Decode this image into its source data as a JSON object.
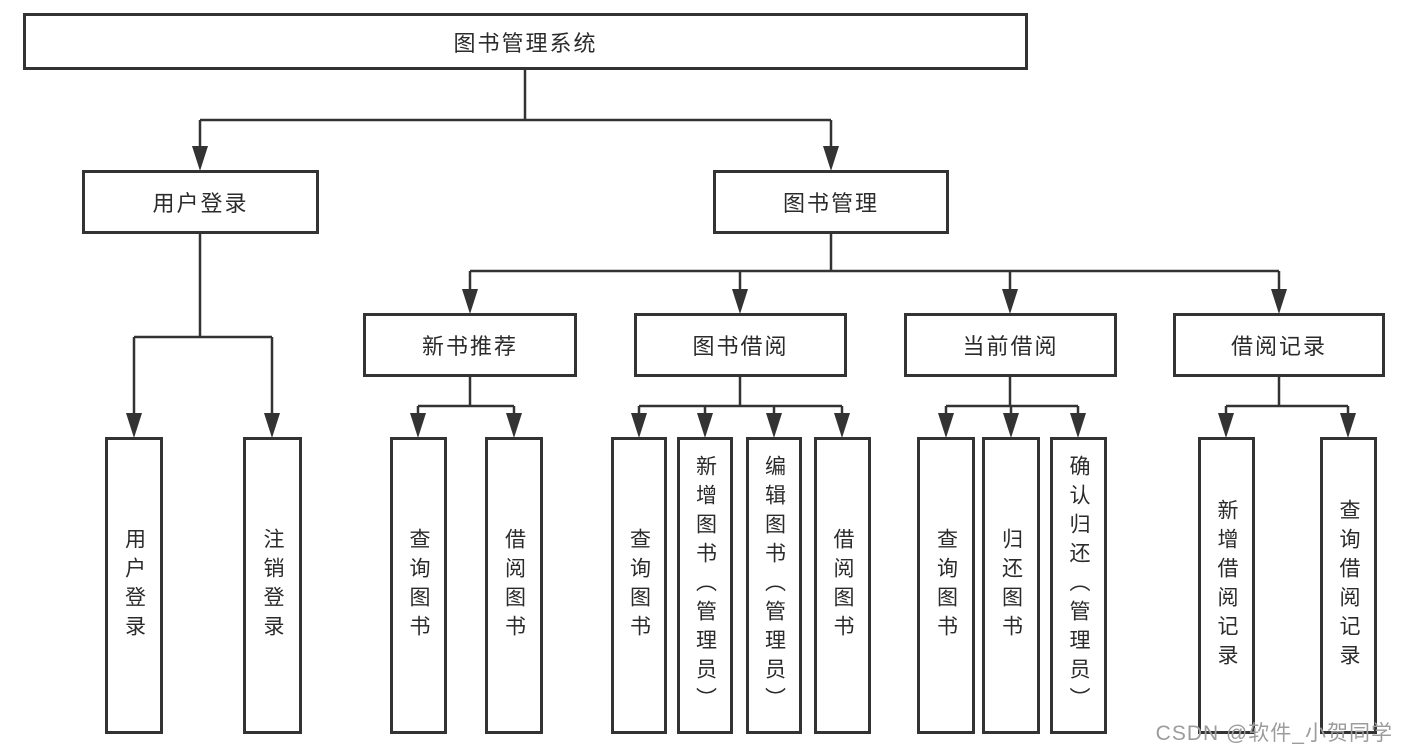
{
  "tree": {
    "root": "图书管理系统",
    "branches": {
      "user_login": {
        "label": "用户登录",
        "leaves": [
          "用户登录",
          "注销登录"
        ]
      },
      "book_management": {
        "label": "图书管理",
        "sections": {
          "new_book_recommend": {
            "label": "新书推荐",
            "leaves": [
              "查询图书",
              "借阅图书"
            ]
          },
          "book_borrow": {
            "label": "图书借阅",
            "leaves": [
              "查询图书",
              "新增图书（管理员）",
              "编辑图书（管理员）",
              "借阅图书"
            ]
          },
          "current_borrow": {
            "label": "当前借阅",
            "leaves": [
              "查询图书",
              "归还图书",
              "确认归还（管理员）"
            ]
          },
          "borrow_record": {
            "label": "借阅记录",
            "leaves": [
              "新增借阅记录",
              "查询借阅记录"
            ]
          }
        }
      }
    }
  },
  "watermark": "CSDN @软件_小贺同学",
  "colors": {
    "line": "#333333",
    "text": "#2b2b2b",
    "watermark": "#9c9c9c",
    "box_background": "#ffffff",
    "page_background": "#ffffff"
  }
}
